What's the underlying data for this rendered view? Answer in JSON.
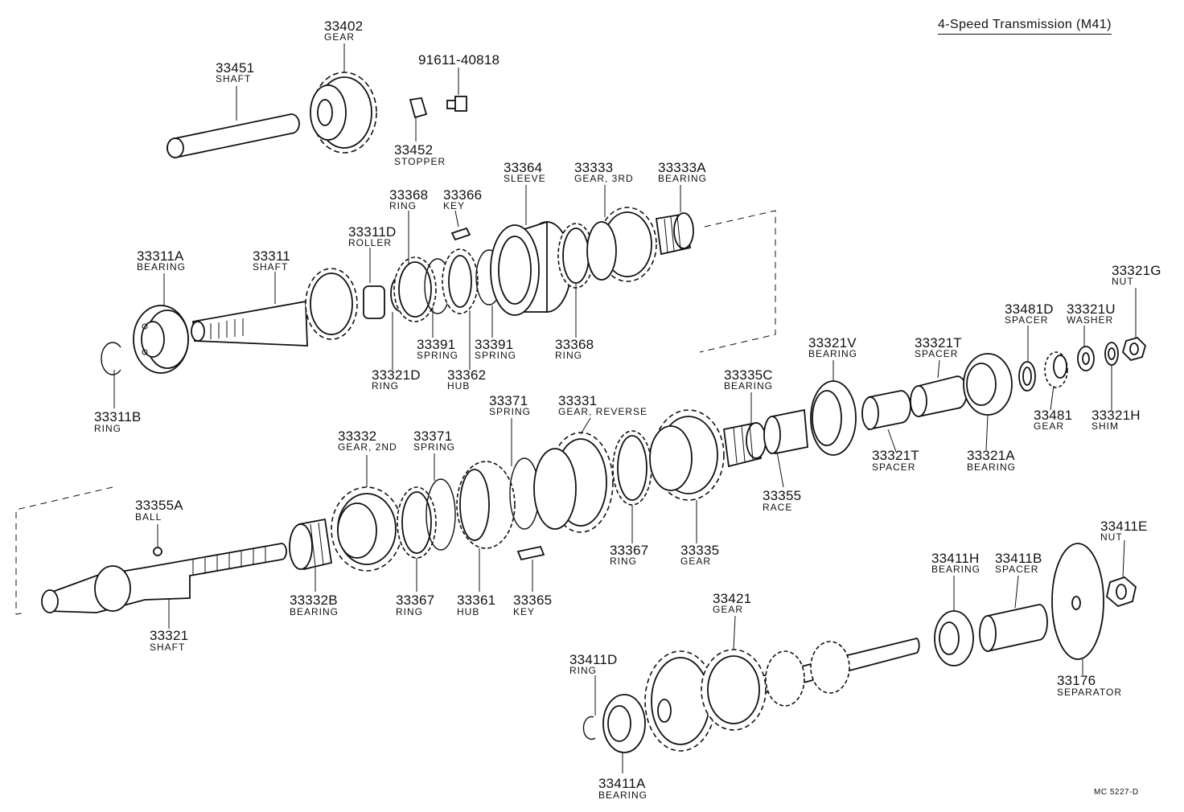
{
  "title": "4-Speed Transmission (M41)",
  "drawing_code": "MC 5227-D",
  "parts": [
    {
      "id": "p33451",
      "number": "33451",
      "name": "SHAFT"
    },
    {
      "id": "p33402",
      "number": "33402",
      "name": "GEAR"
    },
    {
      "id": "p91611",
      "number": "91611-40818",
      "name": ""
    },
    {
      "id": "p33452",
      "number": "33452",
      "name": "STOPPER"
    },
    {
      "id": "p33364",
      "number": "33364",
      "name": "SLEEVE"
    },
    {
      "id": "p33333",
      "number": "33333",
      "name": "GEAR, 3RD"
    },
    {
      "id": "p33333A",
      "number": "33333A",
      "name": "BEARING"
    },
    {
      "id": "p33368a",
      "number": "33368",
      "name": "RING"
    },
    {
      "id": "p33366",
      "number": "33366",
      "name": "KEY"
    },
    {
      "id": "p33311D",
      "number": "33311D",
      "name": "ROLLER"
    },
    {
      "id": "p33311",
      "number": "33311",
      "name": "SHAFT"
    },
    {
      "id": "p33311A",
      "number": "33311A",
      "name": "BEARING"
    },
    {
      "id": "p33321G",
      "number": "33321G",
      "name": "NUT"
    },
    {
      "id": "p33481D",
      "number": "33481D",
      "name": "SPACER"
    },
    {
      "id": "p33321U",
      "number": "33321U",
      "name": "WASHER"
    },
    {
      "id": "p33391a",
      "number": "33391",
      "name": "SPRING"
    },
    {
      "id": "p33391b",
      "number": "33391",
      "name": "SPRING"
    },
    {
      "id": "p33368b",
      "number": "33368",
      "name": "RING"
    },
    {
      "id": "p33321V",
      "number": "33321V",
      "name": "BEARING"
    },
    {
      "id": "p33321T1",
      "number": "33321T",
      "name": "SPACER"
    },
    {
      "id": "p33321D",
      "number": "33321D",
      "name": "RING"
    },
    {
      "id": "p33362",
      "number": "33362",
      "name": "HUB"
    },
    {
      "id": "p33335C",
      "number": "33335C",
      "name": "BEARING"
    },
    {
      "id": "p33481",
      "number": "33481",
      "name": "GEAR"
    },
    {
      "id": "p33321H",
      "number": "33321H",
      "name": "SHIM"
    },
    {
      "id": "p33311B",
      "number": "33311B",
      "name": "RING"
    },
    {
      "id": "p33371a",
      "number": "33371",
      "name": "SPRING"
    },
    {
      "id": "p33331",
      "number": "33331",
      "name": "GEAR, REVERSE"
    },
    {
      "id": "p33321T2",
      "number": "33321T",
      "name": "SPACER"
    },
    {
      "id": "p33321A",
      "number": "33321A",
      "name": "BEARING"
    },
    {
      "id": "p33332",
      "number": "33332",
      "name": "GEAR, 2ND"
    },
    {
      "id": "p33371b",
      "number": "33371",
      "name": "SPRING"
    },
    {
      "id": "p33355",
      "number": "33355",
      "name": "RACE"
    },
    {
      "id": "p33355A",
      "number": "33355A",
      "name": "BALL"
    },
    {
      "id": "p33411E",
      "number": "33411E",
      "name": "NUT"
    },
    {
      "id": "p33367a",
      "number": "33367",
      "name": "RING"
    },
    {
      "id": "p33335",
      "number": "33335",
      "name": "GEAR"
    },
    {
      "id": "p33411H",
      "number": "33411H",
      "name": "BEARING"
    },
    {
      "id": "p33411B",
      "number": "33411B",
      "name": "SPACER"
    },
    {
      "id": "p33332B",
      "number": "33332B",
      "name": "BEARING"
    },
    {
      "id": "p33367b",
      "number": "33367",
      "name": "RING"
    },
    {
      "id": "p33361",
      "number": "33361",
      "name": "HUB"
    },
    {
      "id": "p33365",
      "number": "33365",
      "name": "KEY"
    },
    {
      "id": "p33421",
      "number": "33421",
      "name": "GEAR"
    },
    {
      "id": "p33321",
      "number": "33321",
      "name": "SHAFT"
    },
    {
      "id": "p33411D",
      "number": "33411D",
      "name": "RING"
    },
    {
      "id": "p33176",
      "number": "33176",
      "name": "SEPARATOR"
    },
    {
      "id": "p33411A",
      "number": "33411A",
      "name": "BEARING"
    }
  ]
}
